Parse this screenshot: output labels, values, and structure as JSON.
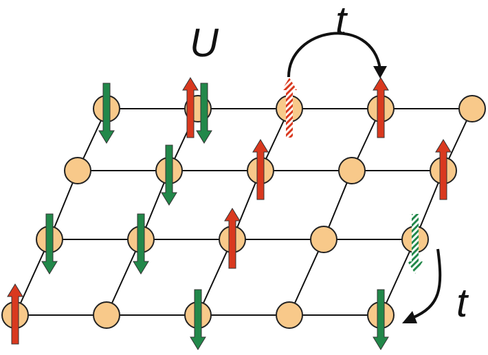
{
  "labels": {
    "interaction": "U",
    "hopping_top": "t",
    "hopping_right": "t"
  },
  "colors": {
    "site": "#f8c98a",
    "spin_up": "#d9391f",
    "spin_down": "#22884a",
    "line": "#111111"
  },
  "lattice": {
    "rows": 4,
    "cols": 5
  },
  "spins": [
    {
      "row": 0,
      "col": 0,
      "spin": "down"
    },
    {
      "row": 0,
      "col": 1,
      "spin": "up"
    },
    {
      "row": 0,
      "col": 1,
      "spin": "down"
    },
    {
      "row": 0,
      "col": 2,
      "spin": "up-vacated"
    },
    {
      "row": 0,
      "col": 3,
      "spin": "up"
    },
    {
      "row": 1,
      "col": 1,
      "spin": "down"
    },
    {
      "row": 1,
      "col": 2,
      "spin": "up"
    },
    {
      "row": 1,
      "col": 4,
      "spin": "up"
    },
    {
      "row": 2,
      "col": 0,
      "spin": "down"
    },
    {
      "row": 2,
      "col": 1,
      "spin": "down"
    },
    {
      "row": 2,
      "col": 2,
      "spin": "up"
    },
    {
      "row": 2,
      "col": 4,
      "spin": "down-vacated"
    },
    {
      "row": 3,
      "col": 0,
      "spin": "up"
    },
    {
      "row": 3,
      "col": 2,
      "spin": "down"
    },
    {
      "row": 3,
      "col": 4,
      "spin": "down"
    }
  ]
}
